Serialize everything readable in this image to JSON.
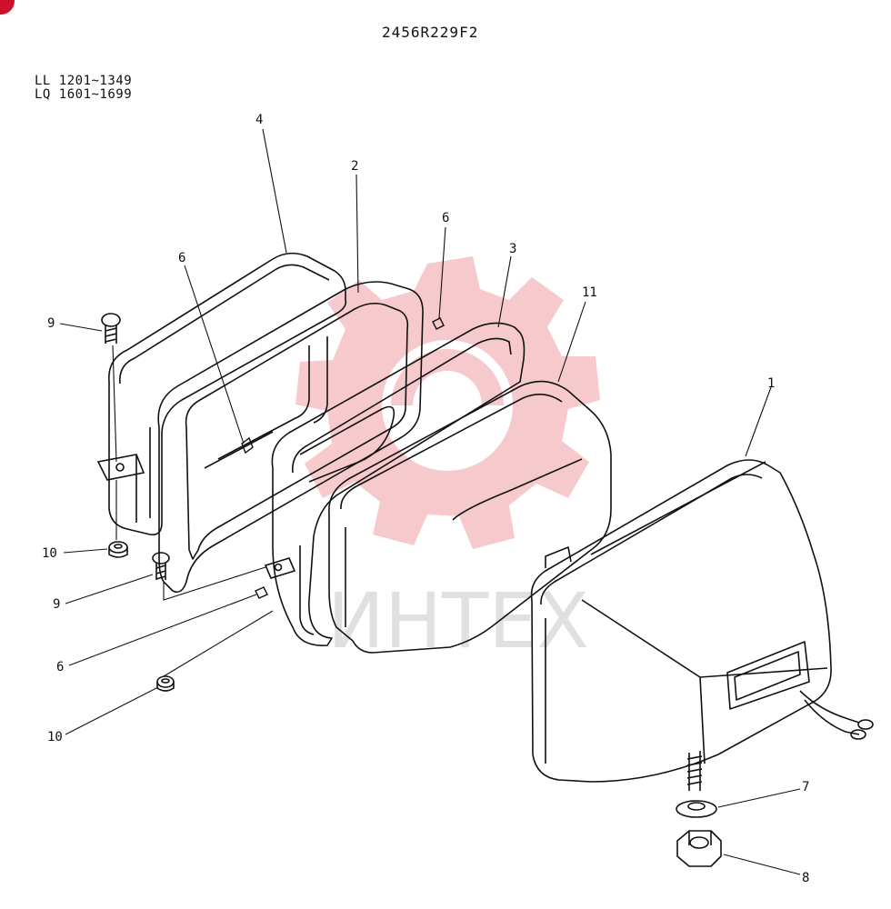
{
  "diagram": {
    "drawing_number": "2456R229F2",
    "serial_ranges": [
      "LL 1201~1349",
      "LQ 1601~1699"
    ],
    "callouts": [
      "4",
      "2",
      "6",
      "6",
      "3",
      "11",
      "1",
      "9",
      "10",
      "9",
      "6",
      "10",
      "7",
      "8"
    ]
  },
  "watermark": {
    "text": "ИНТЕХ",
    "color": "#f4b8bd"
  },
  "colors": {
    "ink": "#111111",
    "badge": "#d0102a"
  }
}
